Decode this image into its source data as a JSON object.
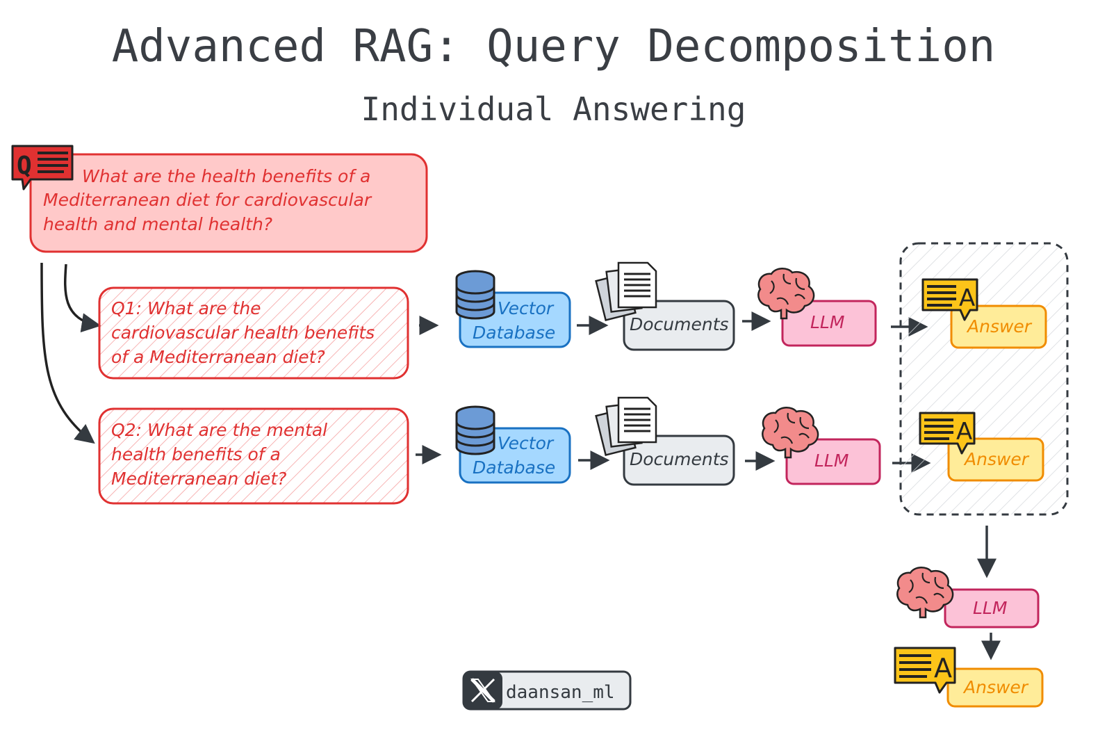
{
  "title": "Advanced RAG: Query Decomposition",
  "subtitle": "Individual Answering",
  "question": {
    "lines": [
      "What are the health benefits of a",
      "Mediterranean diet for cardiovascular",
      "health and mental health?"
    ]
  },
  "sub_questions": [
    {
      "lines": [
        "Q1: What are the",
        "cardiovascular health benefits",
        "of a Mediterranean diet?"
      ]
    },
    {
      "lines": [
        "Q2: What are the mental",
        "health benefits of a",
        "Mediterranean diet?"
      ]
    }
  ],
  "labels": {
    "vector_db": [
      "Vector",
      "Database"
    ],
    "documents": "Documents",
    "llm": "LLM",
    "answer": "Answer"
  },
  "icons": {
    "question": "question-bubble-icon",
    "answer": "answer-bubble-icon",
    "database": "database-icon",
    "documents": "documents-icon",
    "brain": "brain-icon",
    "social": "x-logo-icon"
  },
  "colors": {
    "red_stroke": "#e03131",
    "red_fill": "#ffc9c9",
    "blue_stroke": "#1971c2",
    "blue_fill": "#a5d8ff",
    "gray_stroke": "#343a40",
    "gray_fill": "#e9ecef",
    "pink_stroke": "#c2255c",
    "pink_fill": "#fcc2d7",
    "yellow_stroke": "#f08c00",
    "yellow_fill": "#ffec99",
    "brain": "#f28b8b"
  },
  "footer": {
    "handle": "daansan_ml"
  }
}
